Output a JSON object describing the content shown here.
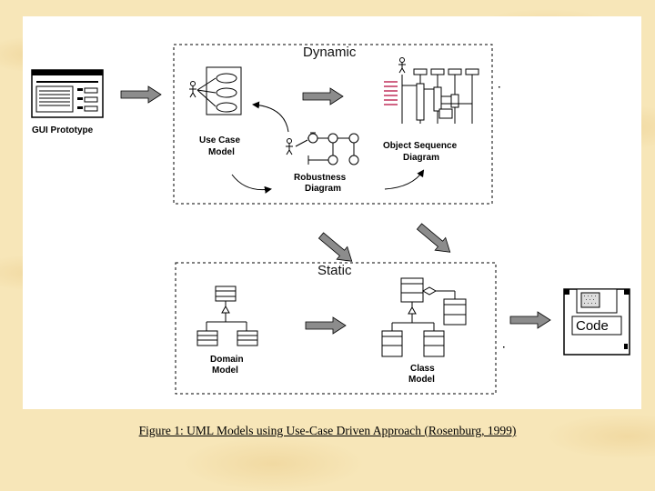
{
  "dynamic": {
    "title": "Dynamic",
    "use_case_label": [
      "Use Case",
      "Model"
    ],
    "robustness_label": [
      "Robustness",
      "Diagram"
    ],
    "sequence_label": [
      "Object Sequence",
      "Diagram"
    ]
  },
  "static": {
    "title": "Static",
    "domain_label": [
      "Domain",
      "Model"
    ],
    "class_label": [
      "Class",
      "Model"
    ]
  },
  "gui_label": "GUI Prototype",
  "code_label": "Code",
  "caption": "Figure 1: UML Models using Use-Case Driven Approach (Rosenburg, 1999)",
  "colors": {
    "background": "#f7e6b8",
    "panel": "#ffffff",
    "arrow_fill": "#8c8c8c",
    "sequence_accent": "#c0305a"
  }
}
